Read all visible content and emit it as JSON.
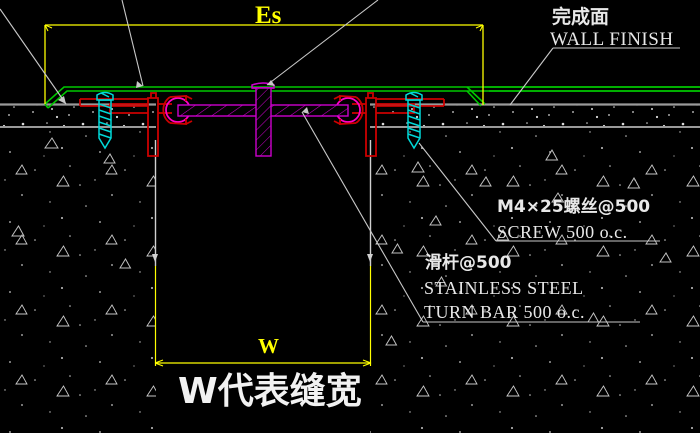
{
  "drawing": {
    "background_color": "#000000",
    "title": "W代表缝宽"
  },
  "dimensions": {
    "es_label": "Es",
    "w_label": "W",
    "dim_color": "#ffff00"
  },
  "annotations": [
    {
      "id": "wall-finish",
      "lines": [
        "完成面",
        "WALL FINISH"
      ],
      "cn": "完成面",
      "en": "WALL FINISH"
    },
    {
      "id": "screw",
      "cn": "M4×25螺丝@500",
      "en": "SCREW 500 o.c."
    },
    {
      "id": "turn-bar",
      "cn": "滑杆@500",
      "en1": "STAINLESS STEEL",
      "en2": "TURN BAR 500 o.c."
    }
  ],
  "colors": {
    "concrete_line": "#9a9a9a",
    "bracket": "#cc0000",
    "clip": "#ff00c8",
    "turn_bar": "#cc00cc",
    "wall_finish_panel": "#00b400",
    "screw_cyan": "#00d8d8",
    "leader": "#c8c8c8",
    "dimension": "#ffff00",
    "text": "#e8e8e8"
  },
  "components": {
    "panel_label": "wall finish panel",
    "bracket_label": "steel bracket",
    "clip_label": "rotating clip",
    "turnbar_label": "stainless steel turn bar",
    "screw_label": "screw",
    "concrete_label": "concrete substrate"
  }
}
